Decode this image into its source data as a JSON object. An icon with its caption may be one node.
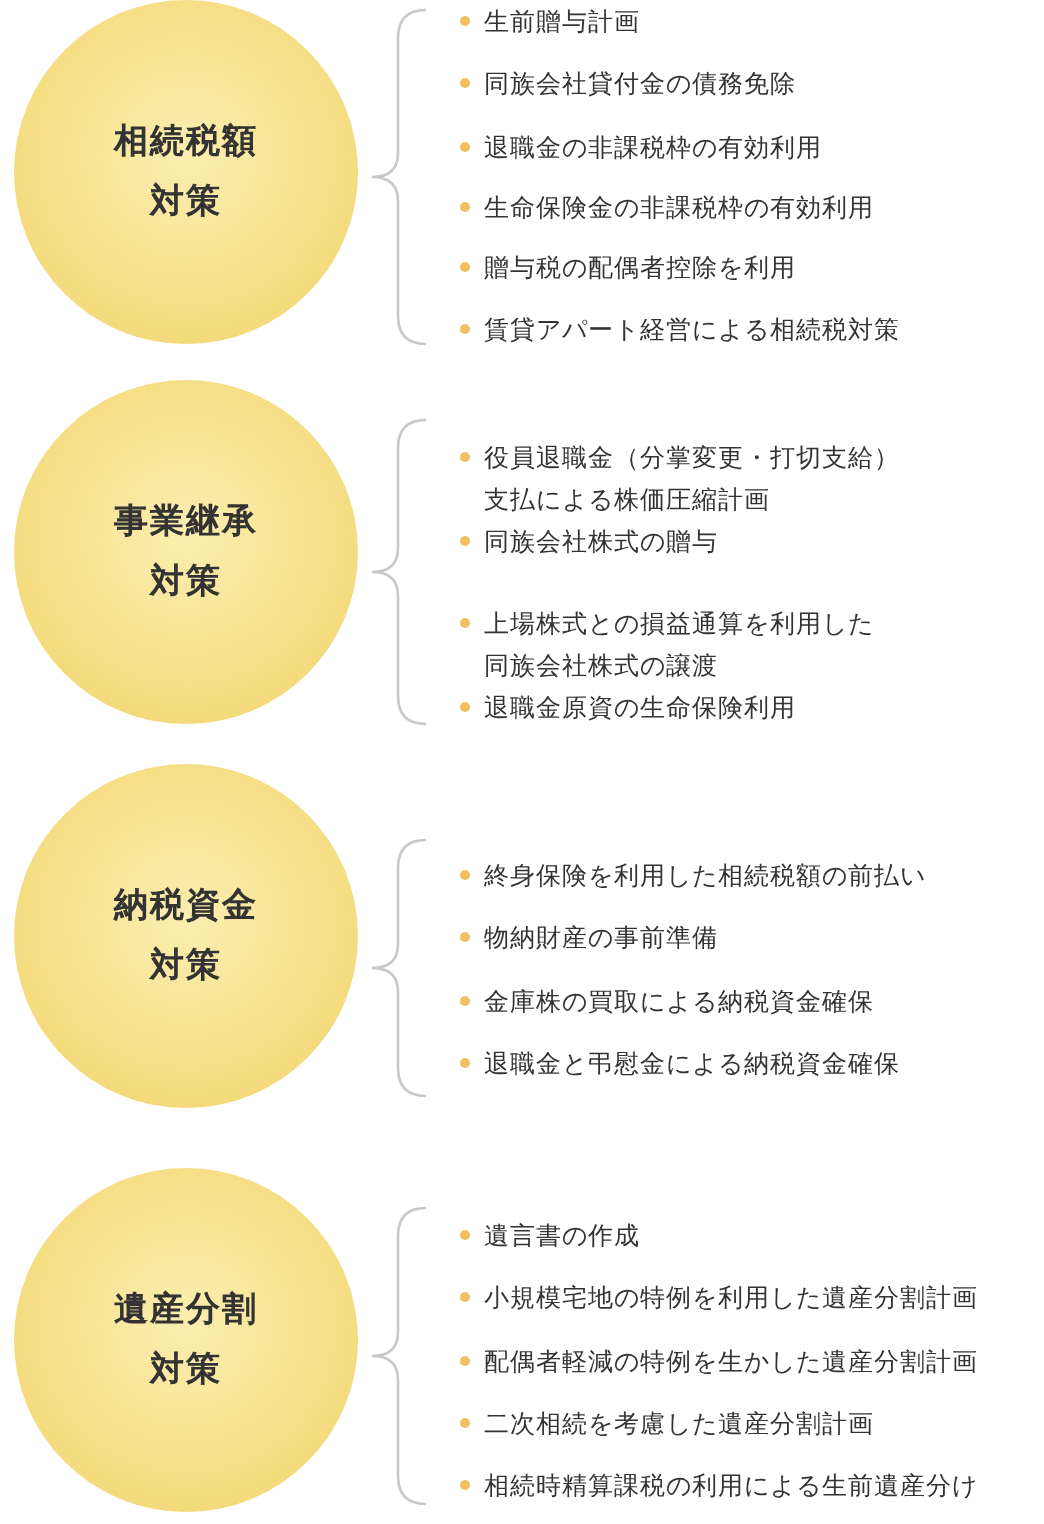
{
  "diagram": {
    "nodes": [
      {
        "text": [
          "相続税額対策"
        ]
      },
      {
        "text": [
          "事業継承対策"
        ]
      },
      {
        "text": [
          "納税資金対策"
        ]
      },
      {
        "text": [
          "遺産分割対策"
        ]
      }
    ],
    "labels": [
      "生前贈与計画",
      "同族会社貸付金の債務免除",
      "退職金の非課税枠の有効利用",
      "生命保険金の非課税枠の有効利用",
      "贈与税の配偶者控除を利用",
      "賃貸アパート経営による相続税対策",
      "役員退職金（分掌変更・打切支給）支払による株価圧縮計画",
      "同族会社株式の贈与",
      "上場株式との損益通算を利用した同族会社株式の譲渡",
      "退職金原資の生命保険利用",
      "終身保険を利用した相続税額の前払い",
      "物納財産の事前準備",
      "金庫株の買取による納税資金確保",
      "退職金と弔慰金による納税資金確保",
      "遺言書の作成",
      "小規模宅地の特例を利用した遺産分割計画",
      "配偶者軽減の特例を生かした遺産分割計画",
      "二次相続を考慮した遺産分割計画",
      "相続時精算課税の利用による生前遺産分け"
    ]
  }
}
